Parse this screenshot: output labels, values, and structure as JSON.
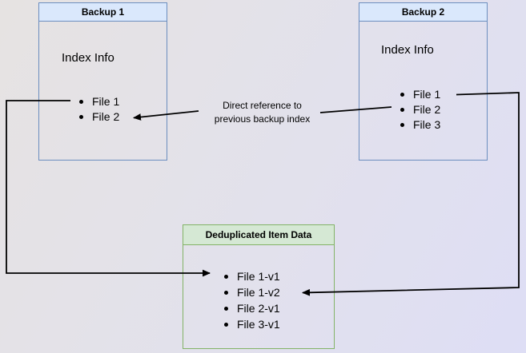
{
  "diagram": {
    "backup1": {
      "title": "Backup 1",
      "section_label": "Index Info",
      "files": [
        "File 1",
        "File 2"
      ]
    },
    "backup2": {
      "title": "Backup 2",
      "section_label": "Index Info",
      "files": [
        "File 1",
        "File 2",
        "File 3"
      ]
    },
    "dedup": {
      "title": "Deduplicated Item Data",
      "items": [
        "File 1-v1",
        "File 1-v2",
        "File 2-v1",
        "File 3-v1"
      ]
    },
    "annotation": {
      "line1": "Direct reference to",
      "line2": "previous backup index"
    },
    "colors": {
      "blue_header_fill": "#dae8fc",
      "blue_border": "#6c8ebf",
      "green_header_fill": "#d5e8d4",
      "green_border": "#82b366",
      "connector": "#000000",
      "background_start": "#e6e3e2",
      "background_end": "#dedef5"
    }
  }
}
